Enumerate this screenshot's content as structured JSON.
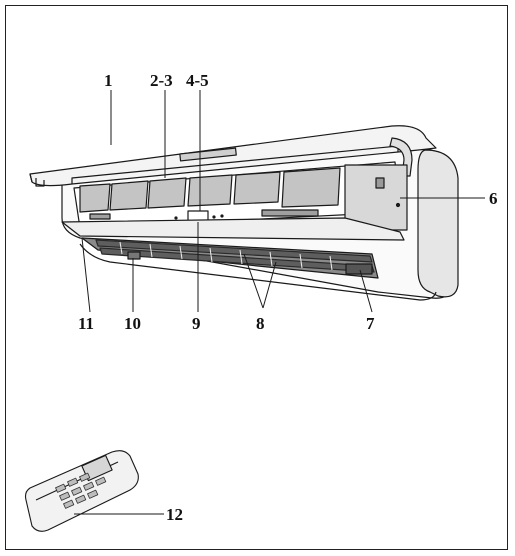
{
  "labels": {
    "n1": "1",
    "n2_3": "2-3",
    "n4_5": "4-5",
    "n6": "6",
    "n7": "7",
    "n8": "8",
    "n9": "9",
    "n10": "10",
    "n11": "11",
    "n12": "12"
  },
  "colors": {
    "line": "#1a1a1a",
    "panel_fill": "#f4f4f4",
    "filter_fill": "#bdbdbd",
    "dark_fill": "#6a6a6a"
  }
}
